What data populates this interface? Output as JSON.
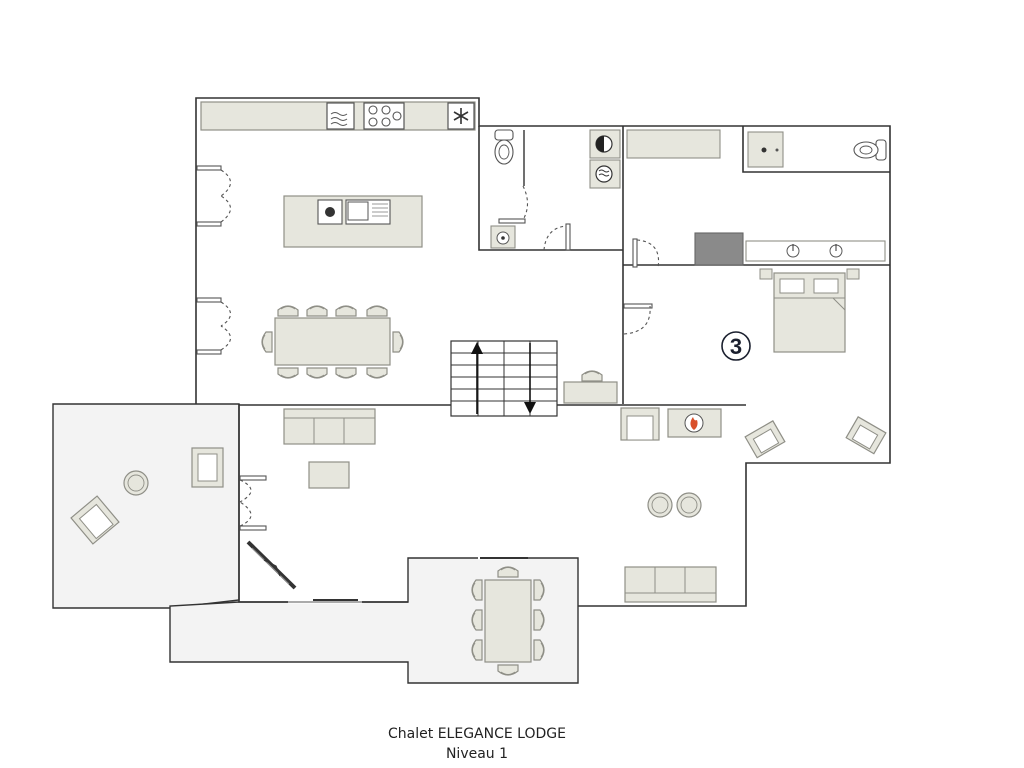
{
  "plan": {
    "title": "Chalet ELEGANCE LODGE",
    "subtitle": "Niveau 1",
    "bedroom_number": "3"
  },
  "colors": {
    "wall": "#333333",
    "furniture_fill": "#e6e6dd",
    "furniture_stroke": "#8f8f87",
    "terrace_fill": "#f3f3f3",
    "accent_fire": "#d9502b",
    "appliance_dark": "#8a8a8a"
  },
  "icons": {
    "freezer": "snowflake-icon",
    "stairs_up": "arrow-up-icon",
    "stairs_down": "arrow-down-icon",
    "fireplace": "flame-icon"
  }
}
